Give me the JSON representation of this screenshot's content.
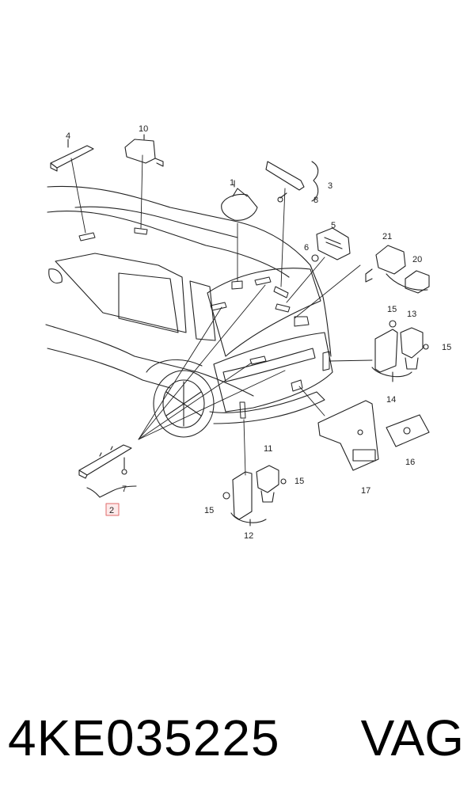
{
  "callouts": {
    "c1": "1",
    "c2": "2",
    "c3": "3",
    "c4": "4",
    "c5": "5",
    "c6": "6",
    "c7": "7",
    "c8": "8",
    "c10": "10",
    "c11": "11",
    "c12": "12",
    "c13": "13",
    "c14": "14",
    "c15a": "15",
    "c15b": "15",
    "c15c": "15",
    "c15d": "15",
    "c16": "16",
    "c17": "17",
    "c20": "20",
    "c21": "21"
  },
  "highlight_color": "#e06a6a",
  "footer": {
    "part_number": "4KE035225",
    "brand": "VAG"
  }
}
